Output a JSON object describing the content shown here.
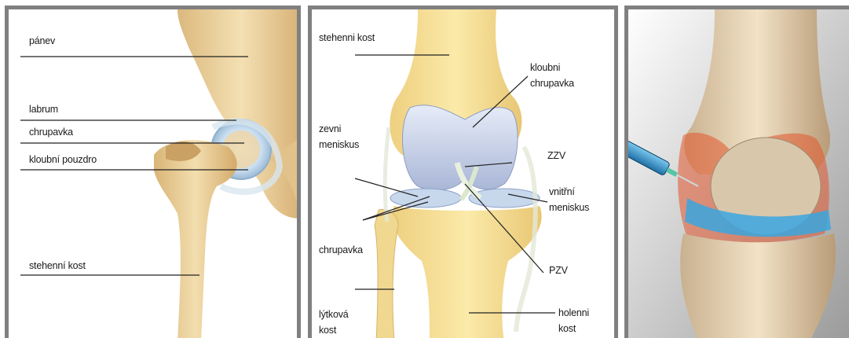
{
  "hip_panel": {
    "labels": {
      "panev": "pánev",
      "labrum": "labrum",
      "chrupavka": "chrupavka",
      "pouzdro": "kloubní pouzdro",
      "stehenni": "stehenní kost"
    }
  },
  "knee_panel": {
    "labels": {
      "stehenni": "stehenni kost",
      "kloubni_line1": "kloubni",
      "kloubni_line2": "chrupavka",
      "zevni_line1": "zevni",
      "zevni_line2": "meniskus",
      "zzv": "ZZV",
      "vnitrni_line1": "vnitřní",
      "vnitrni_line2": "meniskus",
      "chrupavka": "chrupavka",
      "pzv": "PZV",
      "lytkova_line1": "lýtková",
      "lytkova_line2": "kost",
      "holenni_line1": "holenni",
      "holenni_line2": "kost"
    }
  },
  "injection_panel": {},
  "colors": {
    "frame": "#808080",
    "bone": "#e9d3a0",
    "bone_light": "#f6e6b8",
    "cartilage": "#bfcbe6",
    "injection_blue": "#3aa6df",
    "inflamed": "#e2552b"
  }
}
